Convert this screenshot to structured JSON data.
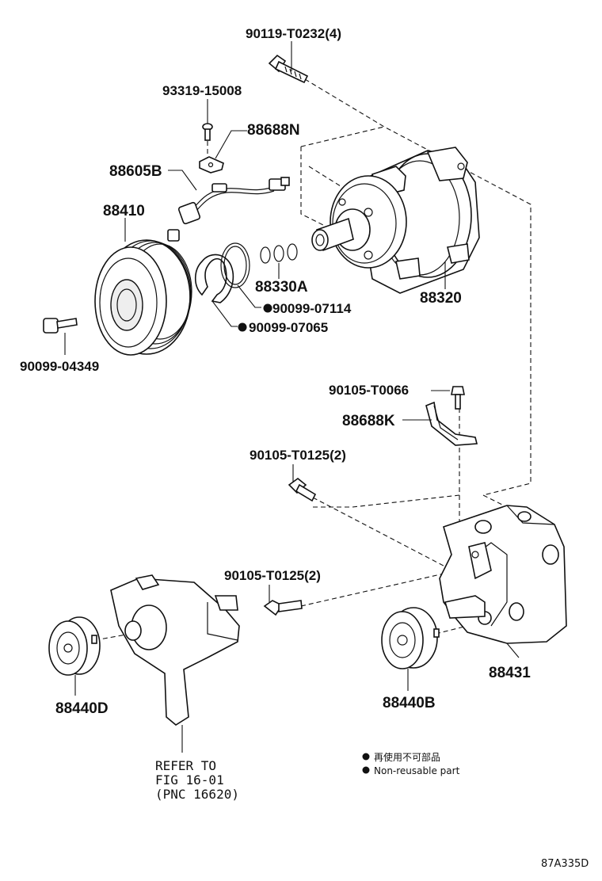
{
  "labels": {
    "p90119": "90119-T0232(4)",
    "p93319": "93319-15008",
    "p88688N": "88688N",
    "p88605B": "88605B",
    "p88410": "88410",
    "p88330A": "88330A",
    "p90099_07114": "90099-07114",
    "p90099_07065": "90099-07065",
    "p90099_04349": "90099-04349",
    "p88320": "88320",
    "p90105_T0066": "90105-T0066",
    "p88688K": "88688K",
    "p90105_T0125_a": "90105-T0125(2)",
    "p90105_T0125_b": "90105-T0125(2)",
    "p88431": "88431",
    "p88440B": "88440B",
    "p88440D": "88440D"
  },
  "refer": {
    "line1": "REFER TO",
    "line2": "FIG 16-01",
    "line3": "(PNC 16620)"
  },
  "legend": {
    "jp": "再使用不可部品",
    "en": "Non-reusable part"
  },
  "figure_code": "87A335D"
}
